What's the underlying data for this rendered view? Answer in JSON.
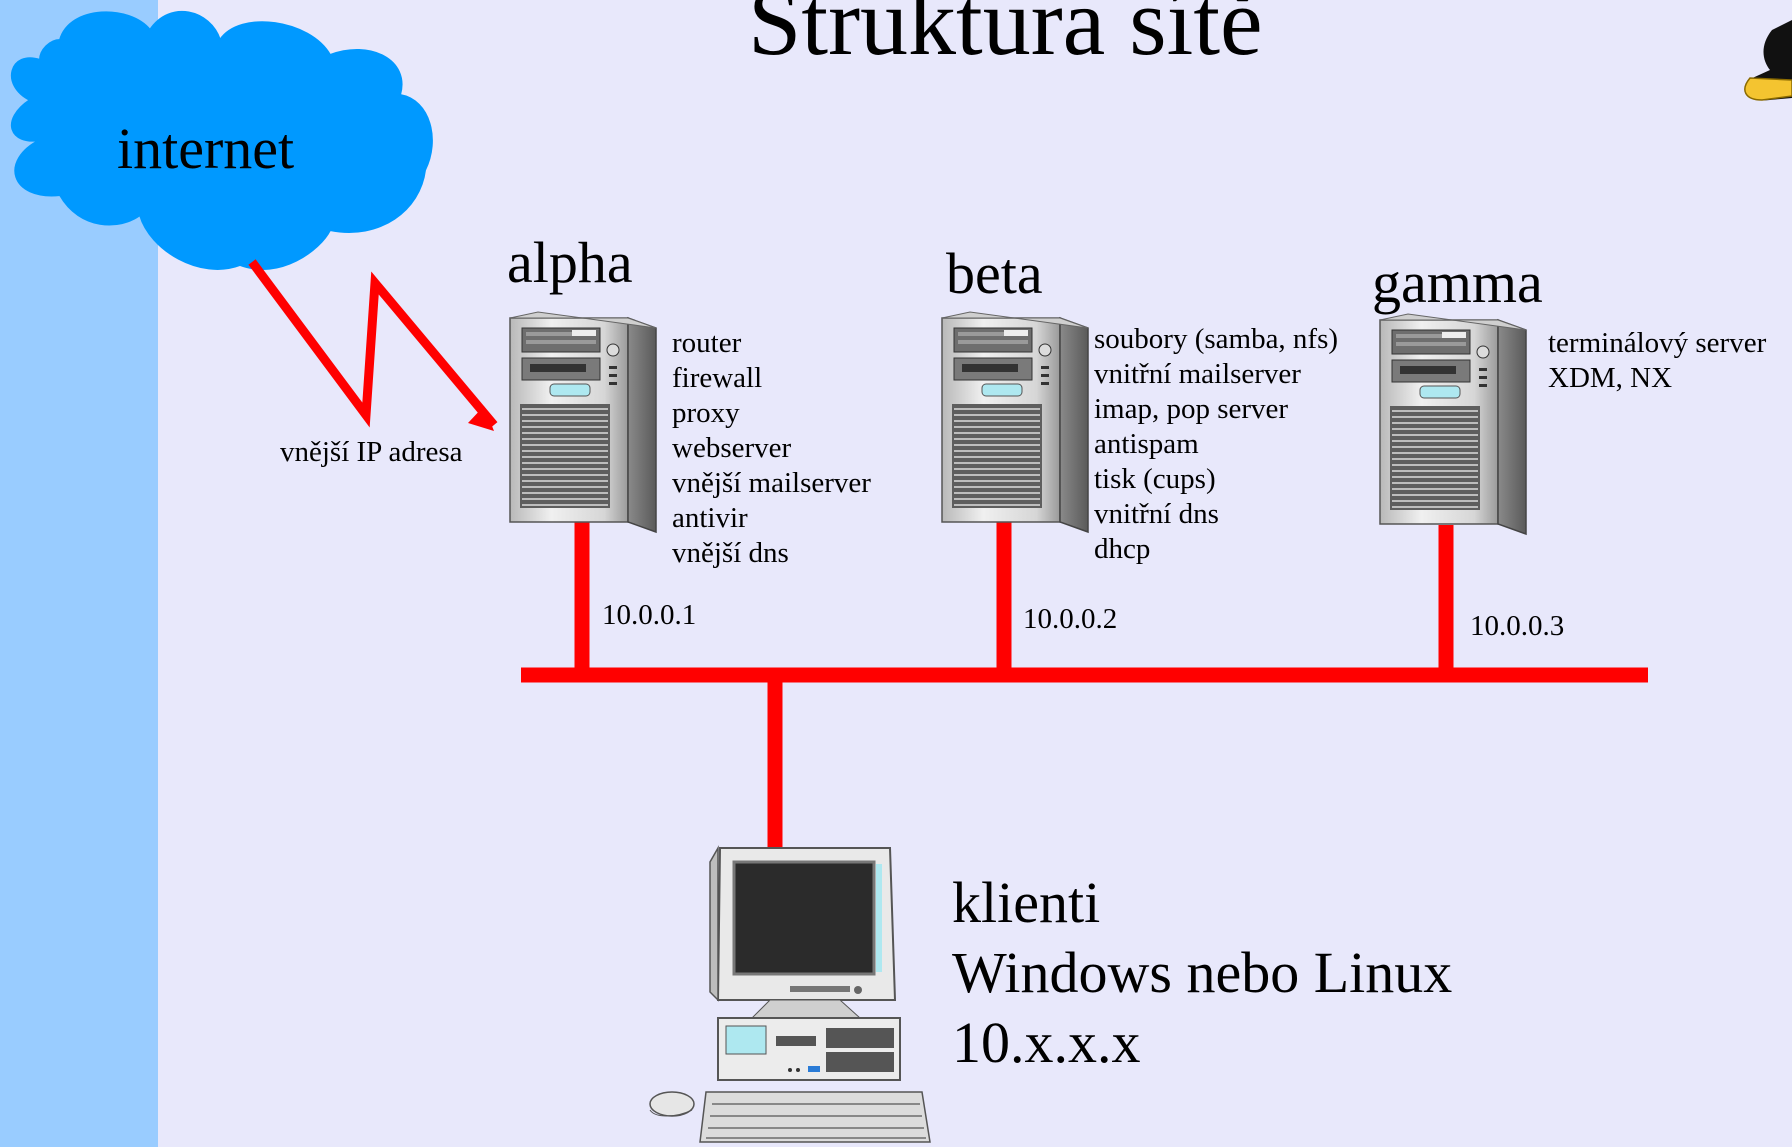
{
  "slide": {
    "title": "Struktura sítě",
    "colors": {
      "background": "#e8e8fb",
      "left_band": "#99ccff",
      "network_line": "#ff0000",
      "cloud": "#0099ff"
    }
  },
  "internet": {
    "label": "internet",
    "icon": "cloud-icon"
  },
  "external_link": {
    "label": "vnější IP adresa",
    "icon": "lightning-link-icon"
  },
  "hosts": [
    {
      "name": "alpha",
      "ip": "10.0.0.1",
      "icon": "server-tower-icon",
      "services": [
        "router",
        "firewall",
        "proxy",
        "webserver",
        "vnější mailserver",
        "antivir",
        "vnější dns"
      ]
    },
    {
      "name": "beta",
      "ip": "10.0.0.2",
      "icon": "server-tower-icon",
      "services": [
        "soubory (samba, nfs)",
        "vnitřní mailserver",
        "imap, pop server",
        "antispam",
        "tisk (cups)",
        "vnitřní dns",
        "dhcp"
      ]
    },
    {
      "name": "gamma",
      "ip": "10.0.0.3",
      "icon": "server-tower-icon",
      "services": [
        "terminálový server",
        "XDM, NX"
      ]
    }
  ],
  "clients": {
    "icon": "desktop-computer-icon",
    "lines": [
      "klienti",
      "Windows nebo Linux",
      "10.x.x.x"
    ]
  },
  "corner_icon": "penguin-icon"
}
